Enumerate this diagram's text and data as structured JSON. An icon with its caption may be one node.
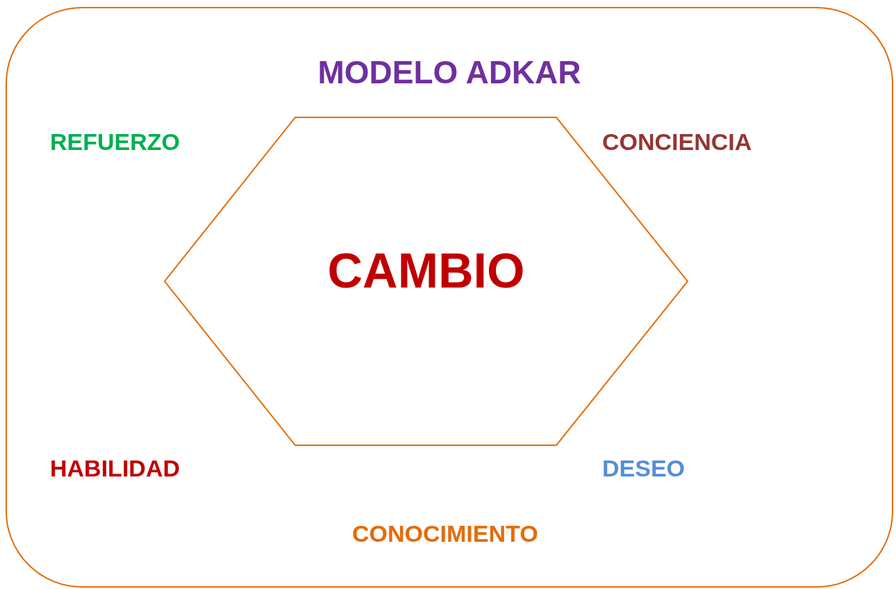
{
  "diagram": {
    "nodes": [
      {
        "text": [
          "MODELO ADKAR"
        ]
      },
      {
        "text": [
          "CAMBIO"
        ],
        "in": 0
      }
    ],
    "labels": [
      "REFUERZO",
      "CONCIENCIA",
      "HABILIDAD",
      "DESEO",
      "CONOCIMIENTO"
    ]
  }
}
